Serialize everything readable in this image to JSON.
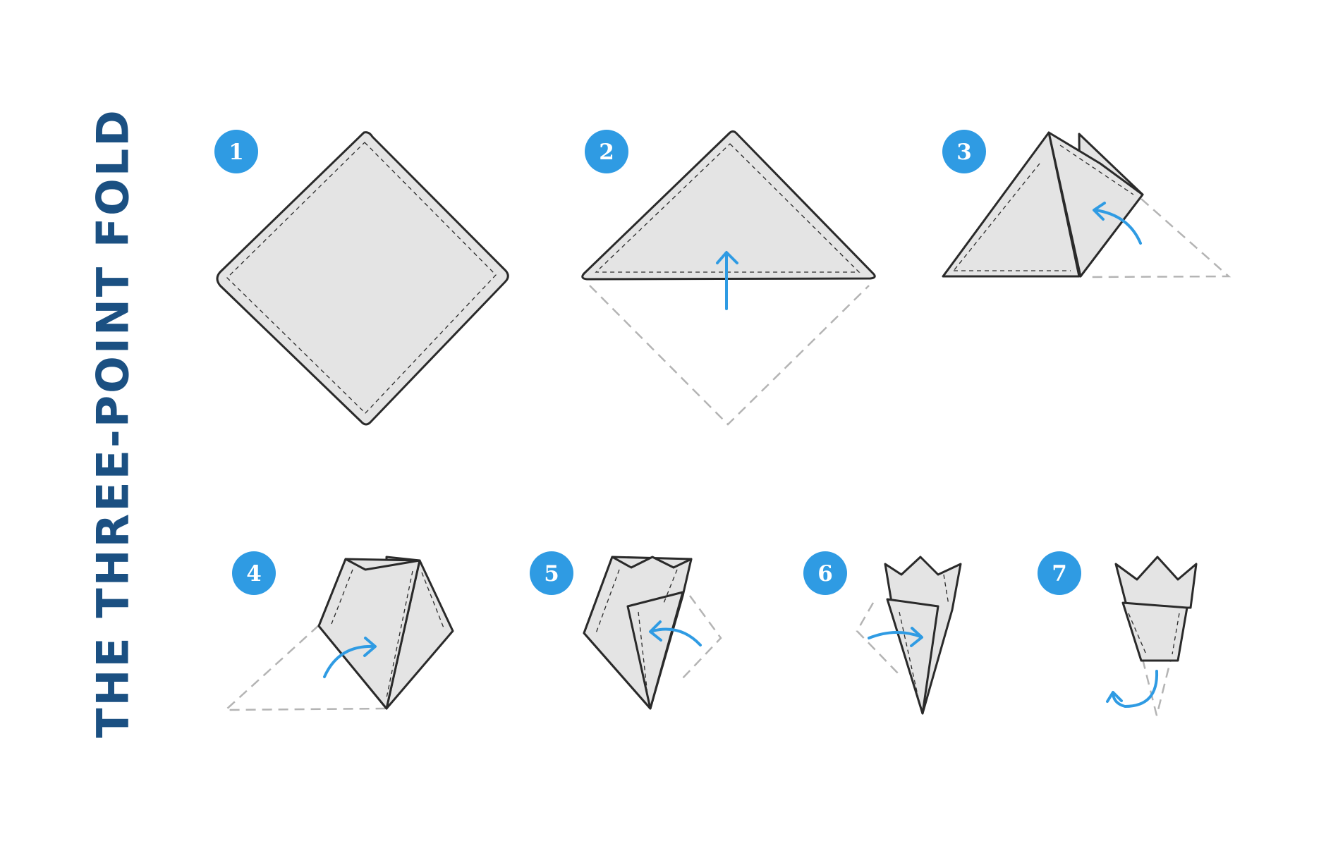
{
  "title": "THE THREE-POINT FOLD",
  "colors": {
    "title": "#1b5082",
    "badge": "#2f9be3",
    "arrow": "#2f9be3",
    "cloth": "#e4e4e4",
    "outline": "#2a2a2a",
    "guide": "#b4b4b4"
  },
  "steps": [
    {
      "number": "1",
      "icon": "square-handkerchief"
    },
    {
      "number": "2",
      "icon": "fold-bottom-up-arrow"
    },
    {
      "number": "3",
      "icon": "fold-right-corner-up-arrow"
    },
    {
      "number": "4",
      "icon": "fold-left-corner-over-arrow"
    },
    {
      "number": "5",
      "icon": "fold-right-side-over-arrow"
    },
    {
      "number": "6",
      "icon": "fold-left-side-over-arrow"
    },
    {
      "number": "7",
      "icon": "tuck-bottom-under-arrow"
    }
  ]
}
